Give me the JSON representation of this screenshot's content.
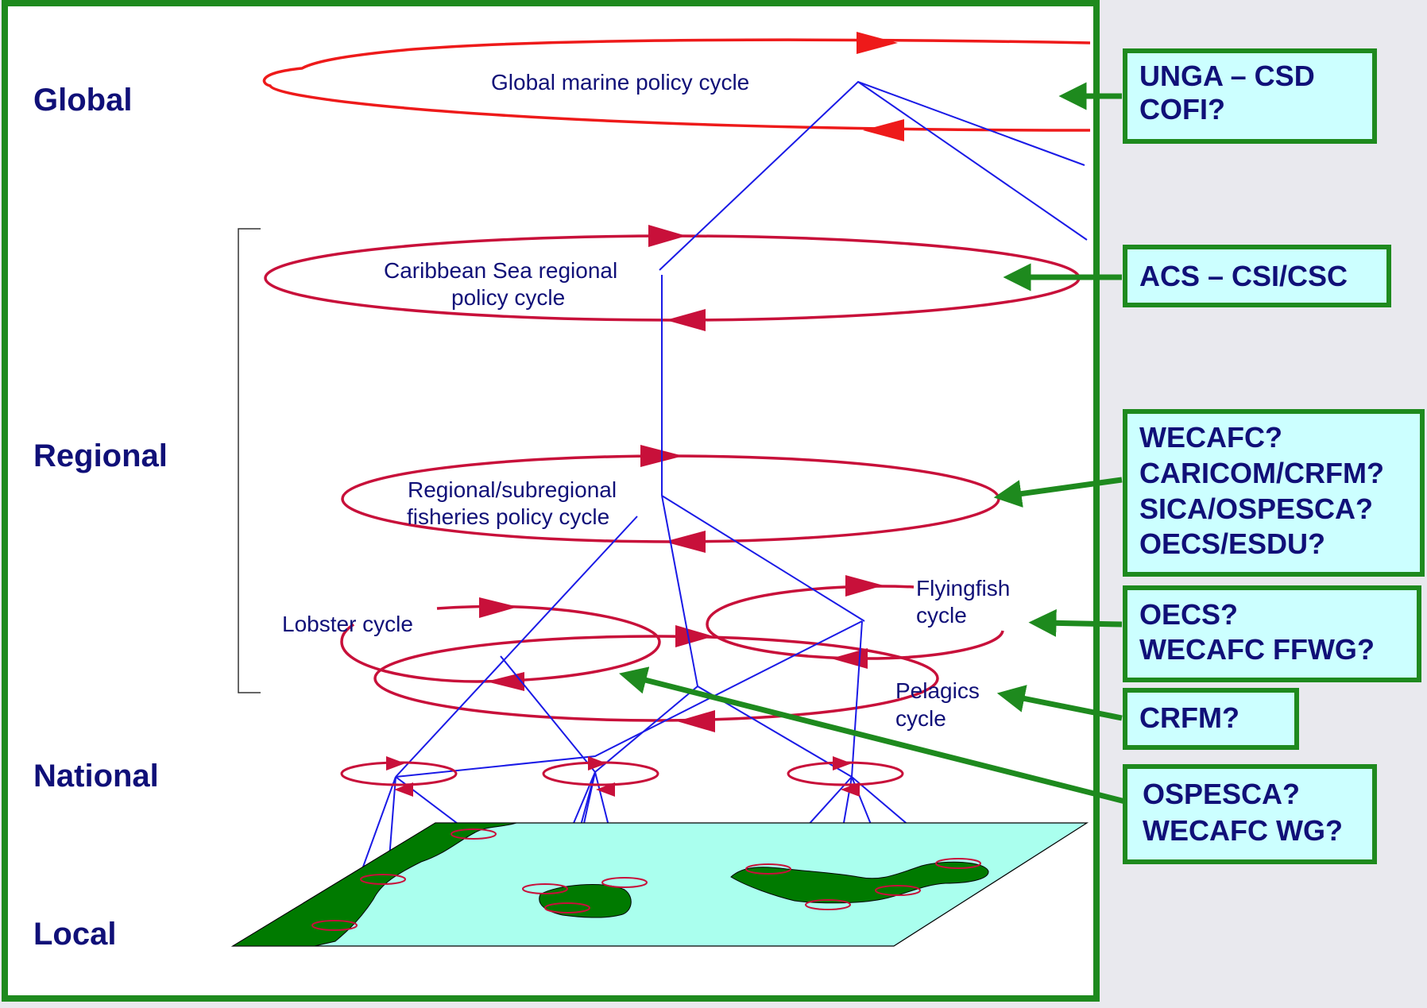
{
  "levels": {
    "global": "Global",
    "regional": "Regional",
    "national": "National",
    "local": "Local"
  },
  "cycles": {
    "global": "Global marine policy cycle",
    "caribbean_line1": "Caribbean Sea regional",
    "caribbean_line2": "policy cycle",
    "fisheries_line1": "Regional/subregional",
    "fisheries_line2": "fisheries policy cycle",
    "lobster": "Lobster cycle",
    "flyingfish_line1": "Flyingfish",
    "flyingfish_line2": "cycle",
    "pelagics_line1": "Pelagics",
    "pelagics_line2": "cycle"
  },
  "bodies": [
    {
      "lines": [
        "UNGA – CSD",
        "COFI?"
      ]
    },
    {
      "lines": [
        "ACS – CSI/CSC"
      ]
    },
    {
      "lines": [
        "WECAFC?",
        "CARICOM/CRFM?",
        "SICA/OSPESCA?",
        "OECS/ESDU?"
      ]
    },
    {
      "lines": [
        "OECS?",
        "WECAFC FFWG?"
      ]
    },
    {
      "lines": [
        "CRFM?"
      ]
    },
    {
      "lines": [
        "OSPESCA?",
        "WECAFC WG?"
      ]
    }
  ],
  "colors": {
    "frame": "#1e8a1e",
    "label": "#101078",
    "cycle_global": "#ee1a1a",
    "cycle": "#c8103a",
    "link": "#1a1ae6",
    "box_fill": "#ccffff",
    "sea": "#aaffee",
    "land": "#007a00",
    "background": "#e9e9ee"
  }
}
